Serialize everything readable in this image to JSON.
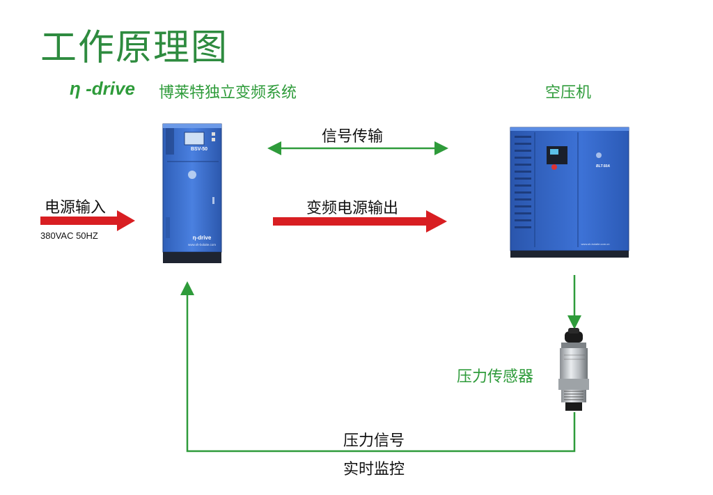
{
  "title": "工作原理图",
  "brand": {
    "logo": "η -drive",
    "system_name": "博莱特独立变频系统"
  },
  "compressor": {
    "title": "空压机",
    "model_label": "BLT-50A",
    "website": "www.sh-bolaite.com.cn"
  },
  "inverter": {
    "model_label": "BSV-50",
    "logo_text": "η-drive",
    "website": "www.sh-bolaite.com"
  },
  "labels": {
    "power_input": "电源输入",
    "power_spec": "380VAC 50HZ",
    "signal_transmission": "信号传输",
    "vf_power_output": "变频电源输出",
    "pressure_sensor": "压力传感器",
    "pressure_signal": "压力信号",
    "realtime_monitoring": "实时监控"
  },
  "colors": {
    "title_green": "#2e8b3f",
    "arrow_green": "#2e9b3a",
    "arrow_red": "#d81e22",
    "cabinet_blue": "#3b6fcf"
  }
}
